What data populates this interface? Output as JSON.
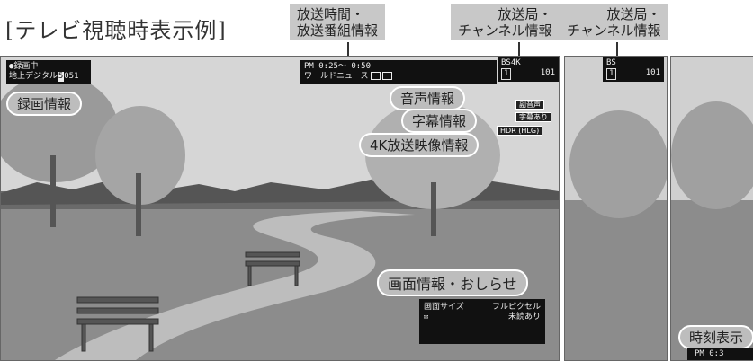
{
  "title": "[テレビ視聴時表示例]",
  "callouts": {
    "broadcast_time_line1": "放送時間・",
    "broadcast_time_line2": "放送番組情報",
    "station_a_line1": "放送局・",
    "station_a_line2": "チャンネル情報",
    "station_b_line1": "放送局・",
    "station_b_line2": "チャンネル情報"
  },
  "main": {
    "rec_line1": "●録画中",
    "rec_line2": "地上デジタル",
    "rec_icon": "5",
    "rec_channel": "051",
    "rec_label": "録画情報",
    "time_range": "PM 0:25～ 0:50",
    "program": "ワールドニュース",
    "station": "BS4K",
    "ch_box": "1",
    "ch_num": "101",
    "audio_label": "音声情報",
    "audio_value": "副音声",
    "subtitle_label": "字幕情報",
    "subtitle_value": "字幕あり",
    "video_label": "4K放送映像情報",
    "video_value": "HDR (HLG)",
    "notice_label": "画面情報・おしらせ",
    "screen_size_label": "画面サイズ",
    "screen_size_value": "フルピクセル",
    "mail_value": "未読あり"
  },
  "panel2": {
    "station": "BS",
    "ch_box": "1",
    "ch_num": "101"
  },
  "panel3": {
    "clock_label": "時刻表示",
    "clock_value": "PM 0:3"
  },
  "icons": [
    "mail-icon",
    "subtitle-icon",
    "data-icon"
  ]
}
